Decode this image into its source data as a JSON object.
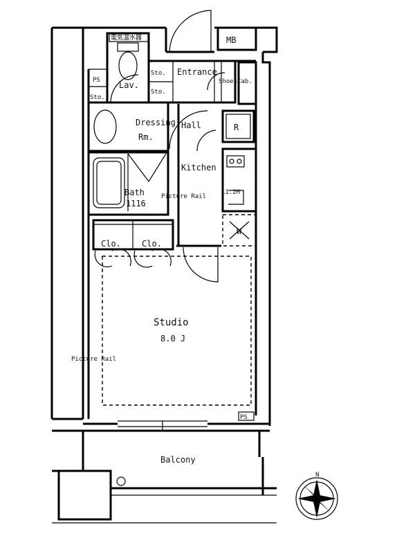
{
  "rooms": {
    "entrance": "Entrance",
    "storage_entrance_1": "Sto.",
    "storage_entrance_2": "Sto.",
    "shoes_cabinet": "ShoesCab.",
    "meter_box": "MB",
    "lavatory": "Lav.",
    "storage_lav": "Sto.",
    "pipe_space_1": "PS",
    "dressing_room_line1": "Dressing",
    "dressing_room_line2": "Rm.",
    "hall": "Hall",
    "refrigerator": "R",
    "kitchen": "Kitchen",
    "kitchen_counter": "L1.2M",
    "bath": "Bath",
    "bath_size": "1116",
    "picture_rail_1": "Picture Rail",
    "closet_1": "Clo.",
    "closet_2": "Clo.",
    "washer": "W",
    "studio": "Studio",
    "studio_size": "8.0 J",
    "picture_rail_2": "Picture Rail",
    "pipe_space_2": "PS",
    "balcony": "Balcony",
    "toilet_sign": "電気温水器",
    "compass_north": "N"
  }
}
